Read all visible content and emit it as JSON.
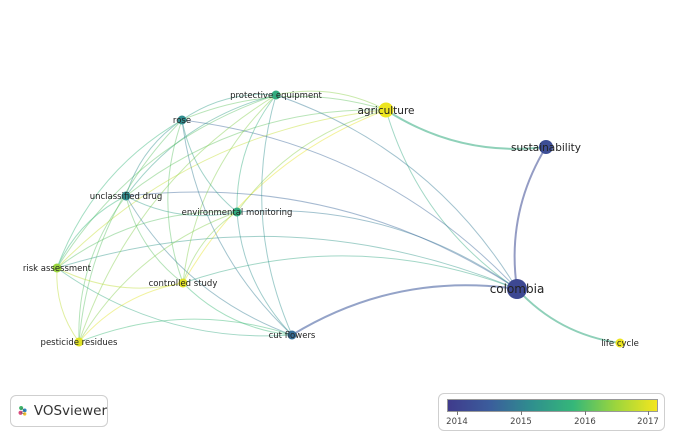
{
  "map": {
    "nodes": [
      {
        "id": "agriculture",
        "label": "agriculture",
        "year": 2017.0
      },
      {
        "id": "protective",
        "label": "protective equipment",
        "year": 2015.6
      },
      {
        "id": "rose",
        "label": "rose",
        "year": 2015.1
      },
      {
        "id": "sustainability",
        "label": "sustainability",
        "year": 2014.2
      },
      {
        "id": "unclassified",
        "label": "unclassified drug",
        "year": 2015.1
      },
      {
        "id": "envmon",
        "label": "environmental monitoring",
        "year": 2015.6
      },
      {
        "id": "risk",
        "label": "risk assessment",
        "year": 2016.4
      },
      {
        "id": "controlled",
        "label": "controlled study",
        "year": 2016.9
      },
      {
        "id": "colombia",
        "label": "colombia",
        "year": 2014.1
      },
      {
        "id": "cutflowers",
        "label": "cut flowers",
        "year": 2014.7
      },
      {
        "id": "pesticide",
        "label": "pesticide residues",
        "year": 2016.9
      },
      {
        "id": "lifecycle",
        "label": "life cycle",
        "year": 2017.0
      }
    ],
    "links": [
      [
        "agriculture",
        "colombia"
      ],
      [
        "agriculture",
        "sustainability"
      ],
      [
        "agriculture",
        "protective"
      ],
      [
        "agriculture",
        "rose"
      ],
      [
        "agriculture",
        "unclassified"
      ],
      [
        "agriculture",
        "envmon"
      ],
      [
        "agriculture",
        "risk"
      ],
      [
        "agriculture",
        "controlled"
      ],
      [
        "sustainability",
        "colombia"
      ],
      [
        "colombia",
        "lifecycle"
      ],
      [
        "colombia",
        "cutflowers"
      ],
      [
        "colombia",
        "rose"
      ],
      [
        "colombia",
        "envmon"
      ],
      [
        "colombia",
        "unclassified"
      ],
      [
        "colombia",
        "risk"
      ],
      [
        "colombia",
        "controlled"
      ],
      [
        "colombia",
        "protective"
      ],
      [
        "protective",
        "rose"
      ],
      [
        "protective",
        "unclassified"
      ],
      [
        "protective",
        "envmon"
      ],
      [
        "protective",
        "risk"
      ],
      [
        "protective",
        "controlled"
      ],
      [
        "protective",
        "cutflowers"
      ],
      [
        "protective",
        "pesticide"
      ],
      [
        "rose",
        "unclassified"
      ],
      [
        "rose",
        "envmon"
      ],
      [
        "rose",
        "risk"
      ],
      [
        "rose",
        "controlled"
      ],
      [
        "rose",
        "cutflowers"
      ],
      [
        "rose",
        "pesticide"
      ],
      [
        "unclassified",
        "envmon"
      ],
      [
        "unclassified",
        "risk"
      ],
      [
        "unclassified",
        "controlled"
      ],
      [
        "unclassified",
        "cutflowers"
      ],
      [
        "unclassified",
        "pesticide"
      ],
      [
        "envmon",
        "risk"
      ],
      [
        "envmon",
        "controlled"
      ],
      [
        "envmon",
        "cutflowers"
      ],
      [
        "envmon",
        "pesticide"
      ],
      [
        "risk",
        "controlled"
      ],
      [
        "risk",
        "cutflowers"
      ],
      [
        "risk",
        "pesticide"
      ],
      [
        "controlled",
        "cutflowers"
      ],
      [
        "controlled",
        "pesticide"
      ],
      [
        "cutflowers",
        "pesticide"
      ]
    ]
  },
  "logo": {
    "text": "VOSviewer"
  },
  "legend": {
    "ticks": [
      "2014",
      "2015",
      "2016",
      "2017"
    ],
    "colors": [
      "#3f3b8c",
      "#3b5d9c",
      "#2f8f8e",
      "#35b779",
      "#9bd53d",
      "#f4e61e"
    ]
  }
}
